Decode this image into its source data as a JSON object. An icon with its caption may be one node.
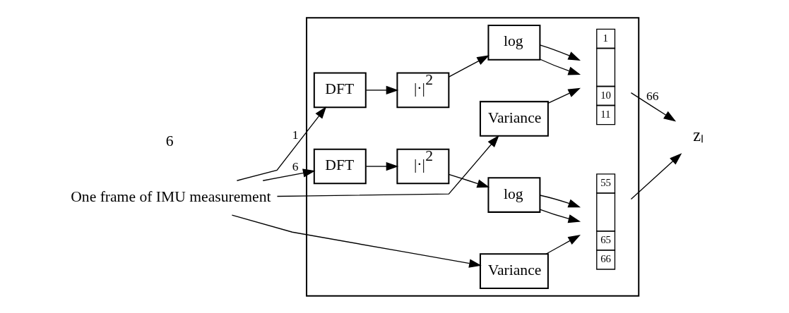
{
  "diagram": {
    "nodes": [
      {
        "text": [
          "One frame of IMU measurement"
        ]
      },
      {
        "text": [],
        "shape": "box"
      },
      {
        "text": [
          "DFT"
        ],
        "in": 1
      },
      {
        "text": [
          "|·|$^{2}$"
        ],
        "in": 1
      },
      {
        "text": [
          "log"
        ],
        "in": 1
      },
      {
        "text": [
          "Variance"
        ],
        "in": 1
      },
      {
        "text": [
          "1",
          "10",
          "11"
        ],
        "in": 1
      },
      {
        "text": [
          "DFT"
        ],
        "in": 1
      },
      {
        "text": [
          "|·|$^{2}$"
        ],
        "in": 1
      },
      {
        "text": [
          "log"
        ],
        "in": 1
      },
      {
        "text": [
          "Variance"
        ],
        "in": 1
      },
      {
        "text": [
          "55",
          "65",
          "66"
        ],
        "in": 1
      },
      {
        "text": [
          "zₗ"
        ]
      }
    ],
    "edges": [
      {
        "from": 0,
        "to": 2,
        "arrow": "to",
        "label": "1"
      },
      {
        "from": 0,
        "to": 5,
        "arrow": "to"
      },
      {
        "from": 0,
        "to": 7,
        "arrow": "to",
        "label": "6"
      },
      {
        "from": 0,
        "to": 10,
        "arrow": "to"
      },
      {
        "from": 2,
        "to": 3,
        "arrow": "to"
      },
      {
        "from": 3,
        "to": 4,
        "arrow": "to"
      },
      {
        "from": 4,
        "to": 6,
        "arrow": "to"
      },
      {
        "from": 4,
        "to": 6,
        "arrow": "to"
      },
      {
        "from": 5,
        "to": 6,
        "arrow": "to"
      },
      {
        "from": 7,
        "to": 8,
        "arrow": "to"
      },
      {
        "from": 8,
        "to": 9,
        "arrow": "to"
      },
      {
        "from": 9,
        "to": 11,
        "arrow": "to"
      },
      {
        "from": 9,
        "to": 11,
        "arrow": "to"
      },
      {
        "from": 10,
        "to": 11,
        "arrow": "to"
      },
      {
        "from": 6,
        "to": 12,
        "arrow": "to",
        "label": "66"
      },
      {
        "from": 11,
        "to": 12,
        "arrow": "to"
      }
    ],
    "labels": [
      "6"
    ]
  }
}
